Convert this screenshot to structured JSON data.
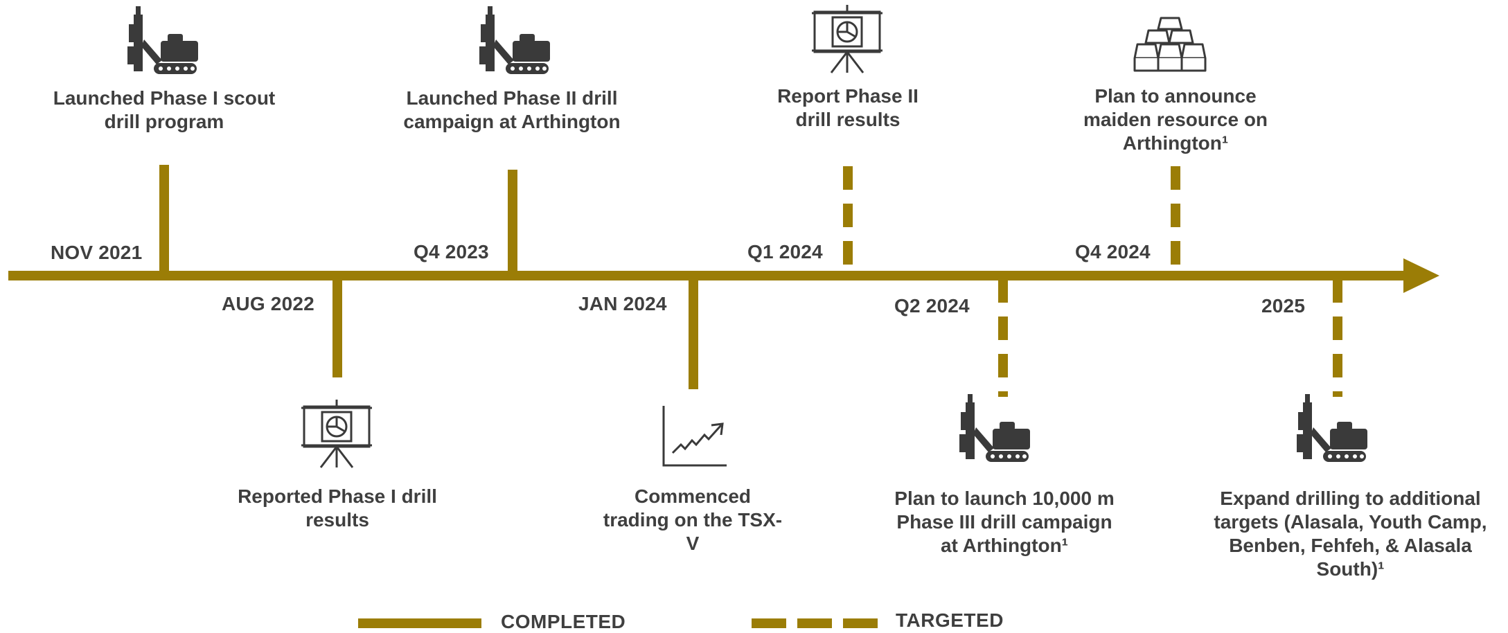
{
  "colors": {
    "accent": "#9b7d06",
    "text": "#3f3f3f",
    "icon": "#3a3a3a"
  },
  "timeline": {
    "events": [
      {
        "date": "NOV 2021",
        "description": "Launched Phase I scout drill program",
        "status": "completed",
        "icon": "drill-rig-icon"
      },
      {
        "date": "AUG 2022",
        "description": "Reported Phase I drill results",
        "status": "completed",
        "icon": "presentation-chart-icon"
      },
      {
        "date": "Q4 2023",
        "description": "Launched Phase II drill campaign at Arthington",
        "status": "completed",
        "icon": "drill-rig-icon"
      },
      {
        "date": "JAN 2024",
        "description": "Commenced trading on the TSX-V",
        "status": "completed",
        "icon": "trend-up-chart-icon"
      },
      {
        "date": "Q1 2024",
        "description": "Report Phase II drill results",
        "status": "targeted",
        "icon": "presentation-chart-icon"
      },
      {
        "date": "Q2 2024",
        "description": "Plan to launch 10,000 m Phase III drill campaign at Arthington¹",
        "status": "targeted",
        "icon": "drill-rig-icon"
      },
      {
        "date": "Q4 2024",
        "description": "Plan to announce maiden resource on Arthington¹",
        "status": "targeted",
        "icon": "gold-bars-icon"
      },
      {
        "date": "2025",
        "description": "Expand drilling to additional targets (Alasala, Youth Camp, Benben, Fehfeh, & Alasala South)¹",
        "status": "targeted",
        "icon": "drill-rig-icon"
      }
    ]
  },
  "legend": {
    "completed_label": "COMPLETED",
    "targeted_label": "TARGETED"
  }
}
